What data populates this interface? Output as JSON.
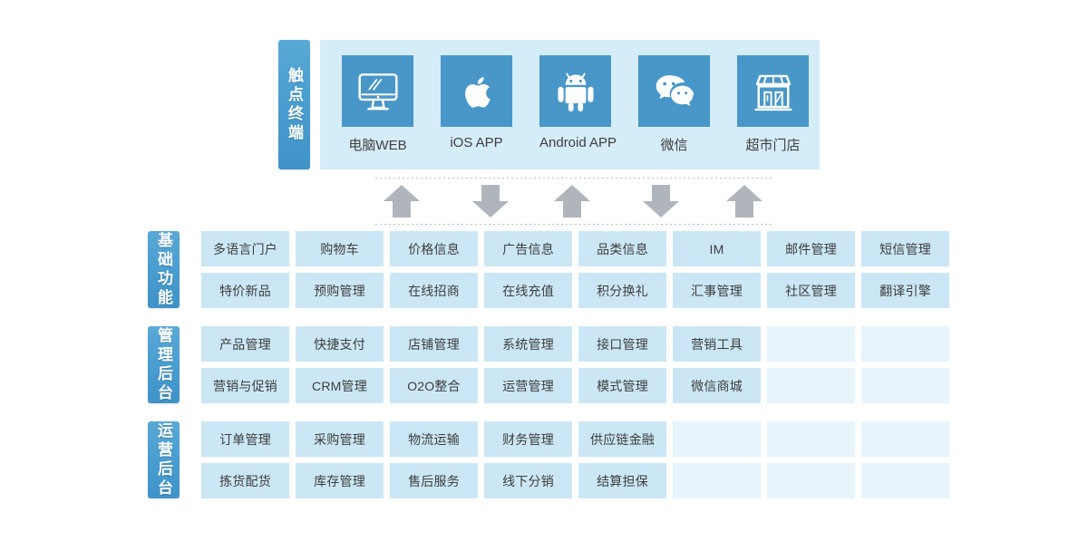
{
  "colors": {
    "label_blue": "#4a9ed0",
    "panel_blue": "#d5ecf9",
    "tile_blue": "#4897c8",
    "cell_filled": "#cbe7f5",
    "cell_empty": "#e7f4fc",
    "arrow_gray": "#b0b4bb",
    "text_dark": "#3d3d3d"
  },
  "touchpoint": {
    "label": "触点终端",
    "items": [
      {
        "name": "电脑WEB",
        "icon": "monitor-icon"
      },
      {
        "name": "iOS APP",
        "icon": "apple-icon"
      },
      {
        "name": "Android APP",
        "icon": "android-icon"
      },
      {
        "name": "微信",
        "icon": "wechat-icon"
      },
      {
        "name": "超市门店",
        "icon": "storefront-icon"
      }
    ]
  },
  "arrows": [
    {
      "direction": "up"
    },
    {
      "direction": "down"
    },
    {
      "direction": "up"
    },
    {
      "direction": "down"
    },
    {
      "direction": "up"
    }
  ],
  "groups": [
    {
      "label": "基础功能",
      "rows": [
        [
          "多语言门户",
          "购物车",
          "价格信息",
          "广告信息",
          "品类信息",
          "IM",
          "邮件管理",
          "短信管理"
        ],
        [
          "特价新品",
          "预购管理",
          "在线招商",
          "在线充值",
          "积分换礼",
          "汇事管理",
          "社区管理",
          "翻译引擎"
        ]
      ]
    },
    {
      "label": "管理后台",
      "rows": [
        [
          "产品管理",
          "快捷支付",
          "店铺管理",
          "系统管理",
          "接口管理",
          "营销工具",
          "",
          ""
        ],
        [
          "营销与促销",
          "CRM管理",
          "O2O整合",
          "运营管理",
          "模式管理",
          "微信商城",
          "",
          ""
        ]
      ]
    },
    {
      "label": "运营后台",
      "rows": [
        [
          "订单管理",
          "采购管理",
          "物流运输",
          "财务管理",
          "供应链金融",
          "",
          "",
          ""
        ],
        [
          "拣货配货",
          "库存管理",
          "售后服务",
          "线下分销",
          "结算担保",
          "",
          "",
          ""
        ]
      ]
    }
  ]
}
